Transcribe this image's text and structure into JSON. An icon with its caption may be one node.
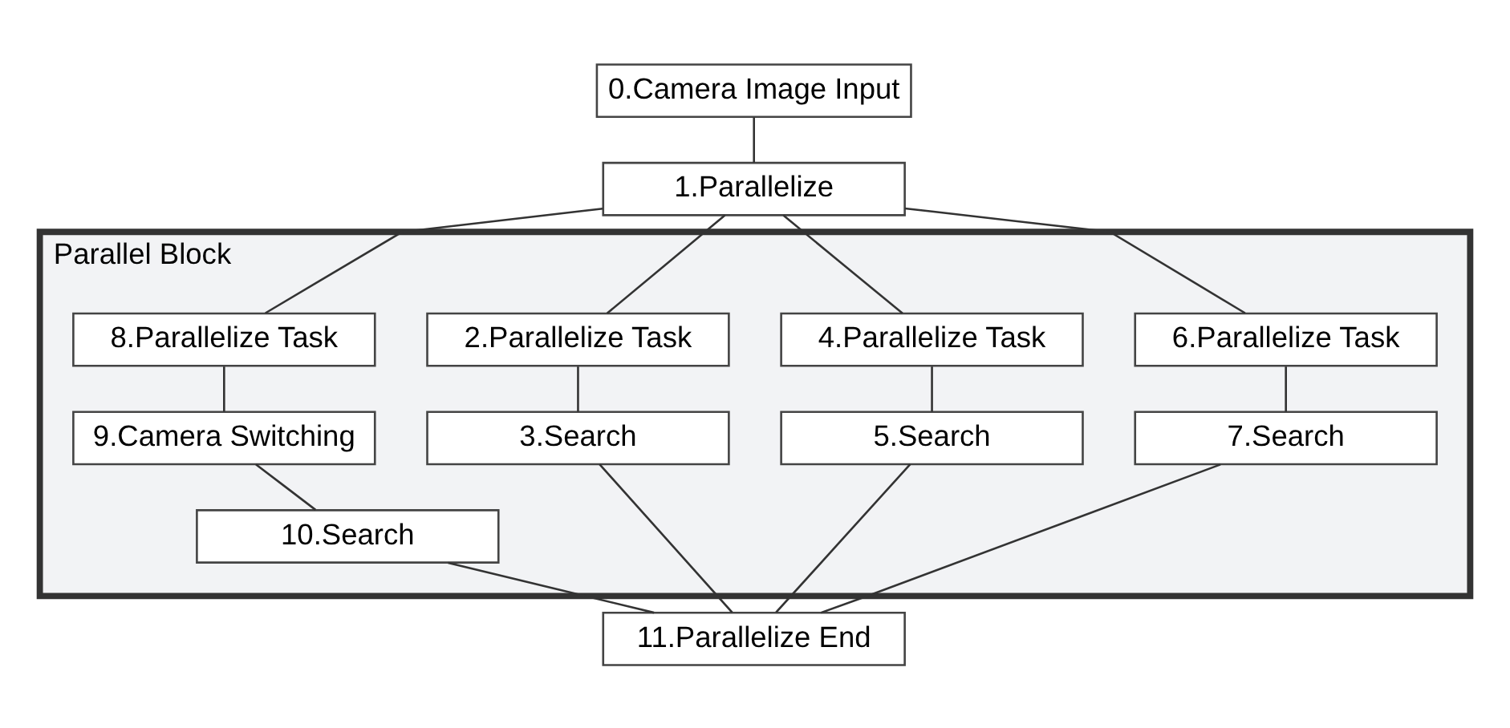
{
  "diagram": {
    "nodes": [
      {
        "text": [
          "0.Camera Image Input"
        ]
      },
      {
        "text": [
          "1.Parallelize"
        ]
      },
      {
        "text": [
          "Parallel Block"
        ]
      },
      {
        "text": [
          "2.Parallelize Task"
        ],
        "in": 2
      },
      {
        "text": [
          "3.Search"
        ],
        "in": 2
      },
      {
        "text": [
          "4.Parallelize Task"
        ],
        "in": 2
      },
      {
        "text": [
          "5.Search"
        ],
        "in": 2
      },
      {
        "text": [
          "6.Parallelize Task"
        ],
        "in": 2
      },
      {
        "text": [
          "7.Search"
        ],
        "in": 2
      },
      {
        "text": [
          "8.Parallelize Task"
        ],
        "in": 2
      },
      {
        "text": [
          "9.Camera Switching"
        ],
        "in": 2
      },
      {
        "text": [
          "10.Search"
        ],
        "in": 2
      },
      {
        "text": [
          "11.Parallelize End"
        ]
      }
    ],
    "edges": [
      {
        "from": 0,
        "to": 1,
        "arrow": "none"
      },
      {
        "from": 1,
        "to": 3,
        "arrow": "none"
      },
      {
        "from": 1,
        "to": 5,
        "arrow": "none"
      },
      {
        "from": 1,
        "to": 7,
        "arrow": "none"
      },
      {
        "from": 1,
        "to": 9,
        "arrow": "none"
      },
      {
        "from": 3,
        "to": 4,
        "arrow": "none"
      },
      {
        "from": 5,
        "to": 6,
        "arrow": "none"
      },
      {
        "from": 7,
        "to": 8,
        "arrow": "none"
      },
      {
        "from": 9,
        "to": 10,
        "arrow": "none"
      },
      {
        "from": 10,
        "to": 11,
        "arrow": "none"
      },
      {
        "from": 4,
        "to": 12,
        "arrow": "none"
      },
      {
        "from": 6,
        "to": 12,
        "arrow": "none"
      },
      {
        "from": 8,
        "to": 12,
        "arrow": "none"
      },
      {
        "from": 11,
        "to": 12,
        "arrow": "none"
      }
    ]
  }
}
